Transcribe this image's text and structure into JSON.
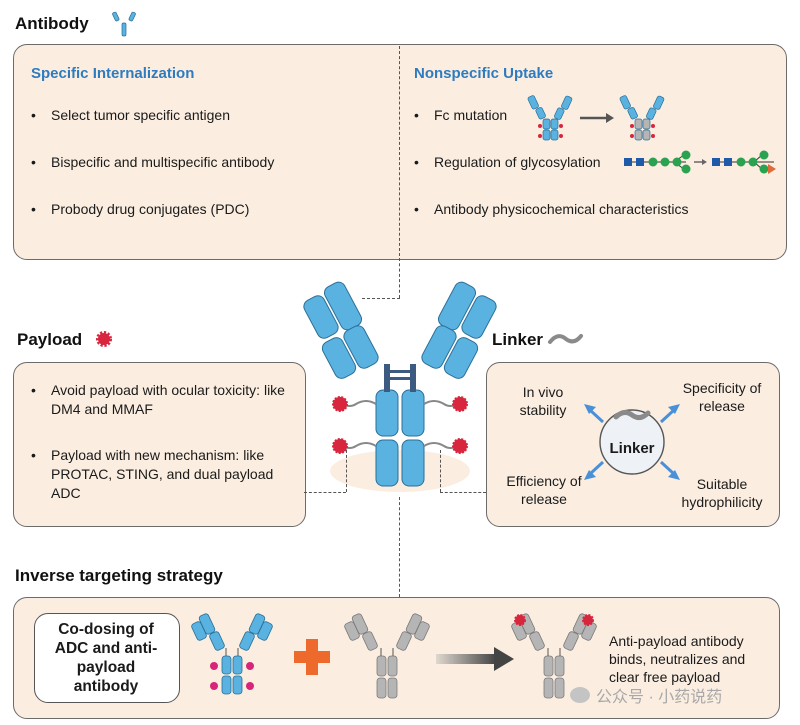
{
  "antibody_section": {
    "title": "Antibody",
    "specific": {
      "title": "Specific Internalization",
      "items": [
        "Select tumor specific antigen",
        "Bispecific and multispecific antibody",
        "Probody drug conjugates (PDC)"
      ]
    },
    "nonspecific": {
      "title": "Nonspecific Uptake",
      "items": [
        "Fc mutation",
        "Regulation of glycosylation",
        "Antibody physicochemical characteristics"
      ]
    }
  },
  "payload_section": {
    "title": "Payload",
    "items": [
      "Avoid payload with ocular toxicity: like DM4 and MMAF",
      "Payload with new mechanism: like PROTAC, STING, and dual payload ADC"
    ]
  },
  "linker_section": {
    "title": "Linker",
    "center_label": "Linker",
    "properties": [
      "In vivo stability",
      "Specificity of release",
      "Efficiency of release",
      "Suitable hydrophilicity"
    ]
  },
  "inverse_section": {
    "title": "Inverse targeting strategy",
    "box_label": "Co-dosing of ADC and anti-payload antibody",
    "description": "Anti-payload antibody binds, neutralizes and clear free payload"
  },
  "watermark": "公众号 · 小药说药",
  "colors": {
    "panel_fill": "#fbeee1",
    "heading_blue": "#2e7bbf",
    "antibody_blue": "#5ab2e0",
    "antibody_gray": "#b5b5b5",
    "payload_red": "#d7263d",
    "plus_orange": "#ee6a2c"
  }
}
